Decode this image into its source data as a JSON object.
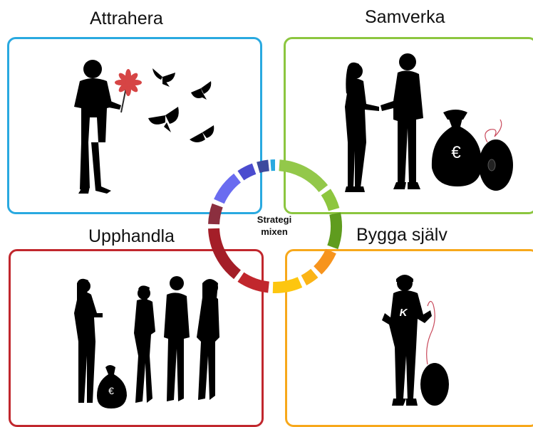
{
  "quadrants": {
    "top_left": {
      "title": "Attrahera",
      "color": "#29a9e0"
    },
    "top_right": {
      "title": "Samverka",
      "color": "#8cc63f"
    },
    "bottom_left": {
      "title": "Upphandla",
      "color": "#c1272d"
    },
    "bottom_right": {
      "title": "Bygga själv",
      "color": "#f7a81b"
    }
  },
  "center": {
    "line1": "Strategi",
    "line2": "mixen"
  },
  "icons": {
    "euro_symbol": "€",
    "badge_letter": "K",
    "flower_color": "#d64545"
  },
  "ring_colors": [
    "#93c84a",
    "#8dc63f",
    "#5f9c1e",
    "#f7941d",
    "#fbb416",
    "#fdc60f",
    "#c1272d",
    "#a41e28",
    "#8b2f3f",
    "#6a6cf0",
    "#4b4ccf",
    "#3d4a9e",
    "#29a9e0",
    "#b9d88c"
  ]
}
